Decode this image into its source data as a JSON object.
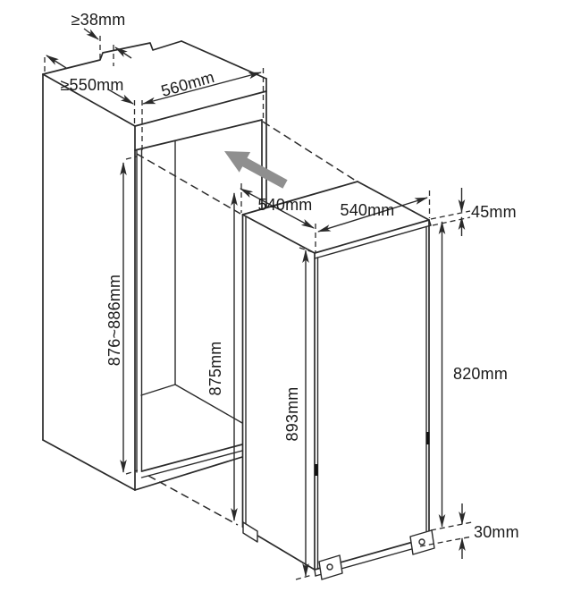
{
  "diagram": {
    "kind": "built-in refrigerator niche installation dimensions",
    "colors": {
      "line": "#2a2a2a",
      "text": "#1a1a1a",
      "insertion_arrow": "#8f8f8f",
      "background": "#ffffff"
    },
    "labels": {
      "top_vent_clearance": "≥38mm",
      "niche_depth": "≥550mm",
      "niche_width": "560mm",
      "fridge_depth": "540mm",
      "fridge_width": "540mm",
      "top_gap": "45mm",
      "niche_front_height": "876~886mm",
      "niche_inner_height": "875mm",
      "fridge_height": "893mm",
      "door_height": "820mm",
      "bottom_clearance": "30mm"
    }
  }
}
